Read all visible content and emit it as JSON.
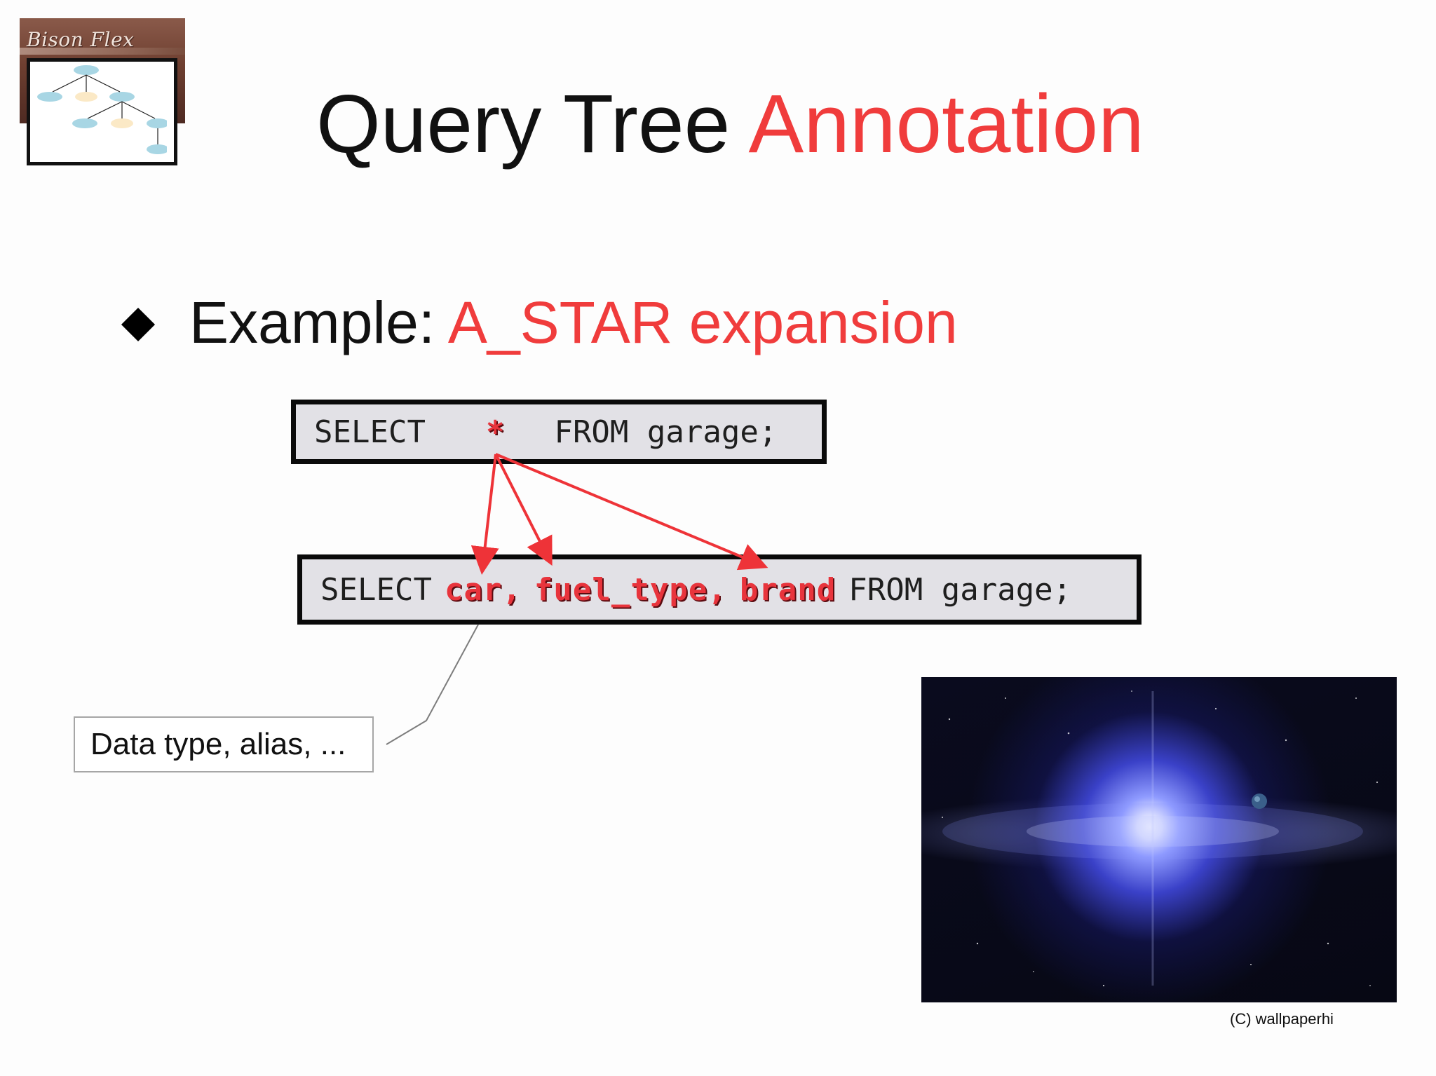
{
  "logo": {
    "text": "Bison Flex"
  },
  "title": {
    "main": "Query Tree",
    "accent": "Annotation"
  },
  "bullet": {
    "label": "Example:",
    "accent": "A_STAR expansion"
  },
  "query_original": {
    "select": "SELECT",
    "star": "*",
    "rest": "FROM garage;"
  },
  "query_expanded": {
    "select": "SELECT",
    "col1": "car,",
    "col2": "fuel_type,",
    "col3": "brand",
    "rest": "FROM garage;"
  },
  "callout": {
    "text": "Data type, alias, ..."
  },
  "image_credit": "(C) wallpaperhi",
  "colors": {
    "accent": "#f03c3c",
    "code_bg": "#e2e1e6",
    "arrow": "#ee3338"
  }
}
